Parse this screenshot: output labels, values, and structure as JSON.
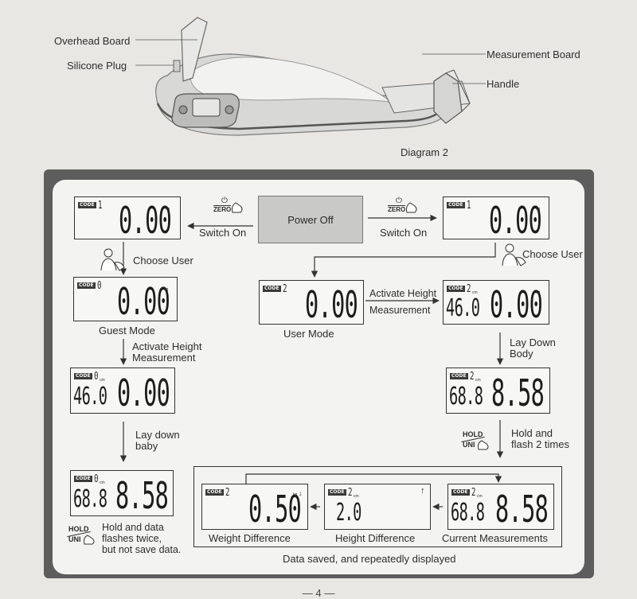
{
  "top_diagram": {
    "labels": {
      "overhead_board": "Overhead Board",
      "silicone_plug": "Silicone Plug",
      "measurement_board": "Measurement Board",
      "handle": "Handle",
      "caption": "Diagram 2"
    }
  },
  "flow": {
    "power_off": "Power Off",
    "switch_on_left": "Switch On",
    "switch_on_right": "Switch On",
    "zero_icon_text": "ZERO",
    "choose_user_left": "Choose User",
    "choose_user_right": "Choose User",
    "guest_mode": "Guest Mode",
    "user_mode": "User Mode",
    "activate_height_left_1": "Activate Height",
    "activate_height_left_2": "Measurement",
    "activate_height_mid_1": "Activate Height",
    "activate_height_mid_2": "Measurement",
    "lay_down_body_1": "Lay Down",
    "lay_down_body_2": "Body",
    "lay_down_baby_1": "Lay down",
    "lay_down_baby_2": "baby",
    "hold_flash_1": "Hold and",
    "hold_flash_2": "flash 2 times",
    "hold_data_1": "Hold and data",
    "hold_data_2": "flashes twice,",
    "hold_data_3": "but not save data.",
    "hold_icon_top": "HOLD",
    "hold_icon_bottom": "UNI",
    "weight_difference": "Weight Difference",
    "height_difference": "Height Difference",
    "current_measurements": "Current Measurements",
    "data_saved": "Data saved, and repeatedly displayed"
  },
  "lcds": {
    "code_tag": "CODE",
    "unit_kg": "kg",
    "unit_cm": "cm",
    "left_top": {
      "code": "1",
      "weight": "0.00"
    },
    "right_top": {
      "code": "1",
      "weight": "0.00"
    },
    "guest": {
      "code": "0",
      "weight": "0.00"
    },
    "user": {
      "code": "2",
      "weight": "0.00"
    },
    "user_height": {
      "code": "2",
      "height": "46.0",
      "weight": "0.00"
    },
    "left_height": {
      "code": "0",
      "height": "46.0",
      "weight": "0.00"
    },
    "right_body": {
      "code": "2",
      "height": "68.8",
      "weight": "8.58"
    },
    "left_baby": {
      "code": "0",
      "height": "68.8",
      "weight": "8.58"
    },
    "weight_diff": {
      "code": "2",
      "weight": "0.50"
    },
    "height_diff": {
      "code": "2",
      "height": "2.0"
    },
    "current": {
      "code": "2",
      "height": "68.8",
      "weight": "8.58"
    }
  },
  "page_number": "4"
}
